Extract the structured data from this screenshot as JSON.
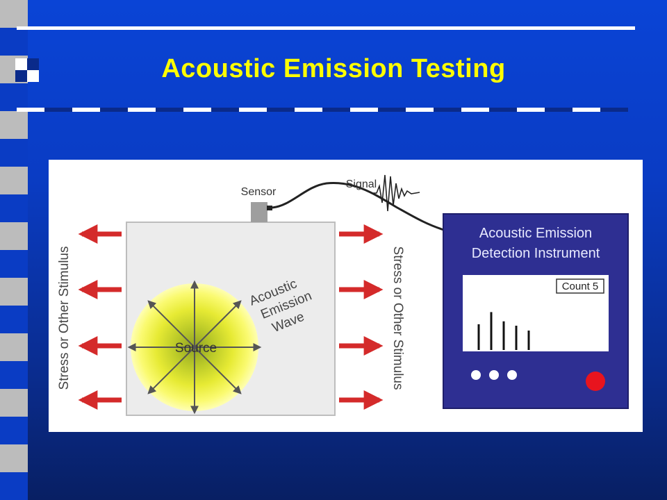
{
  "slide": {
    "title": "Acoustic Emission Testing"
  },
  "diagram": {
    "sensor_label": "Sensor",
    "signal_label": "Signal",
    "stimulus_left_label": "Stress or Other Stimulus",
    "stimulus_right_label": "Stress or Other Stimulus",
    "source_label": "Source",
    "wave_label_lines": [
      "Acoustic",
      "Emission",
      "Wave"
    ],
    "instrument_title_lines": [
      "Acoustic Emission",
      "Detection Instrument"
    ],
    "count_badge": "Count 5",
    "count_bars": [
      0.53,
      0.78,
      0.59,
      0.5,
      0.4
    ],
    "colors": {
      "arrow": "#d42a2a",
      "instrument_panel": "#2e2f92",
      "indicator_red": "#e8141e",
      "specimen": "#ececec",
      "source_glow": "#ffff66"
    }
  }
}
